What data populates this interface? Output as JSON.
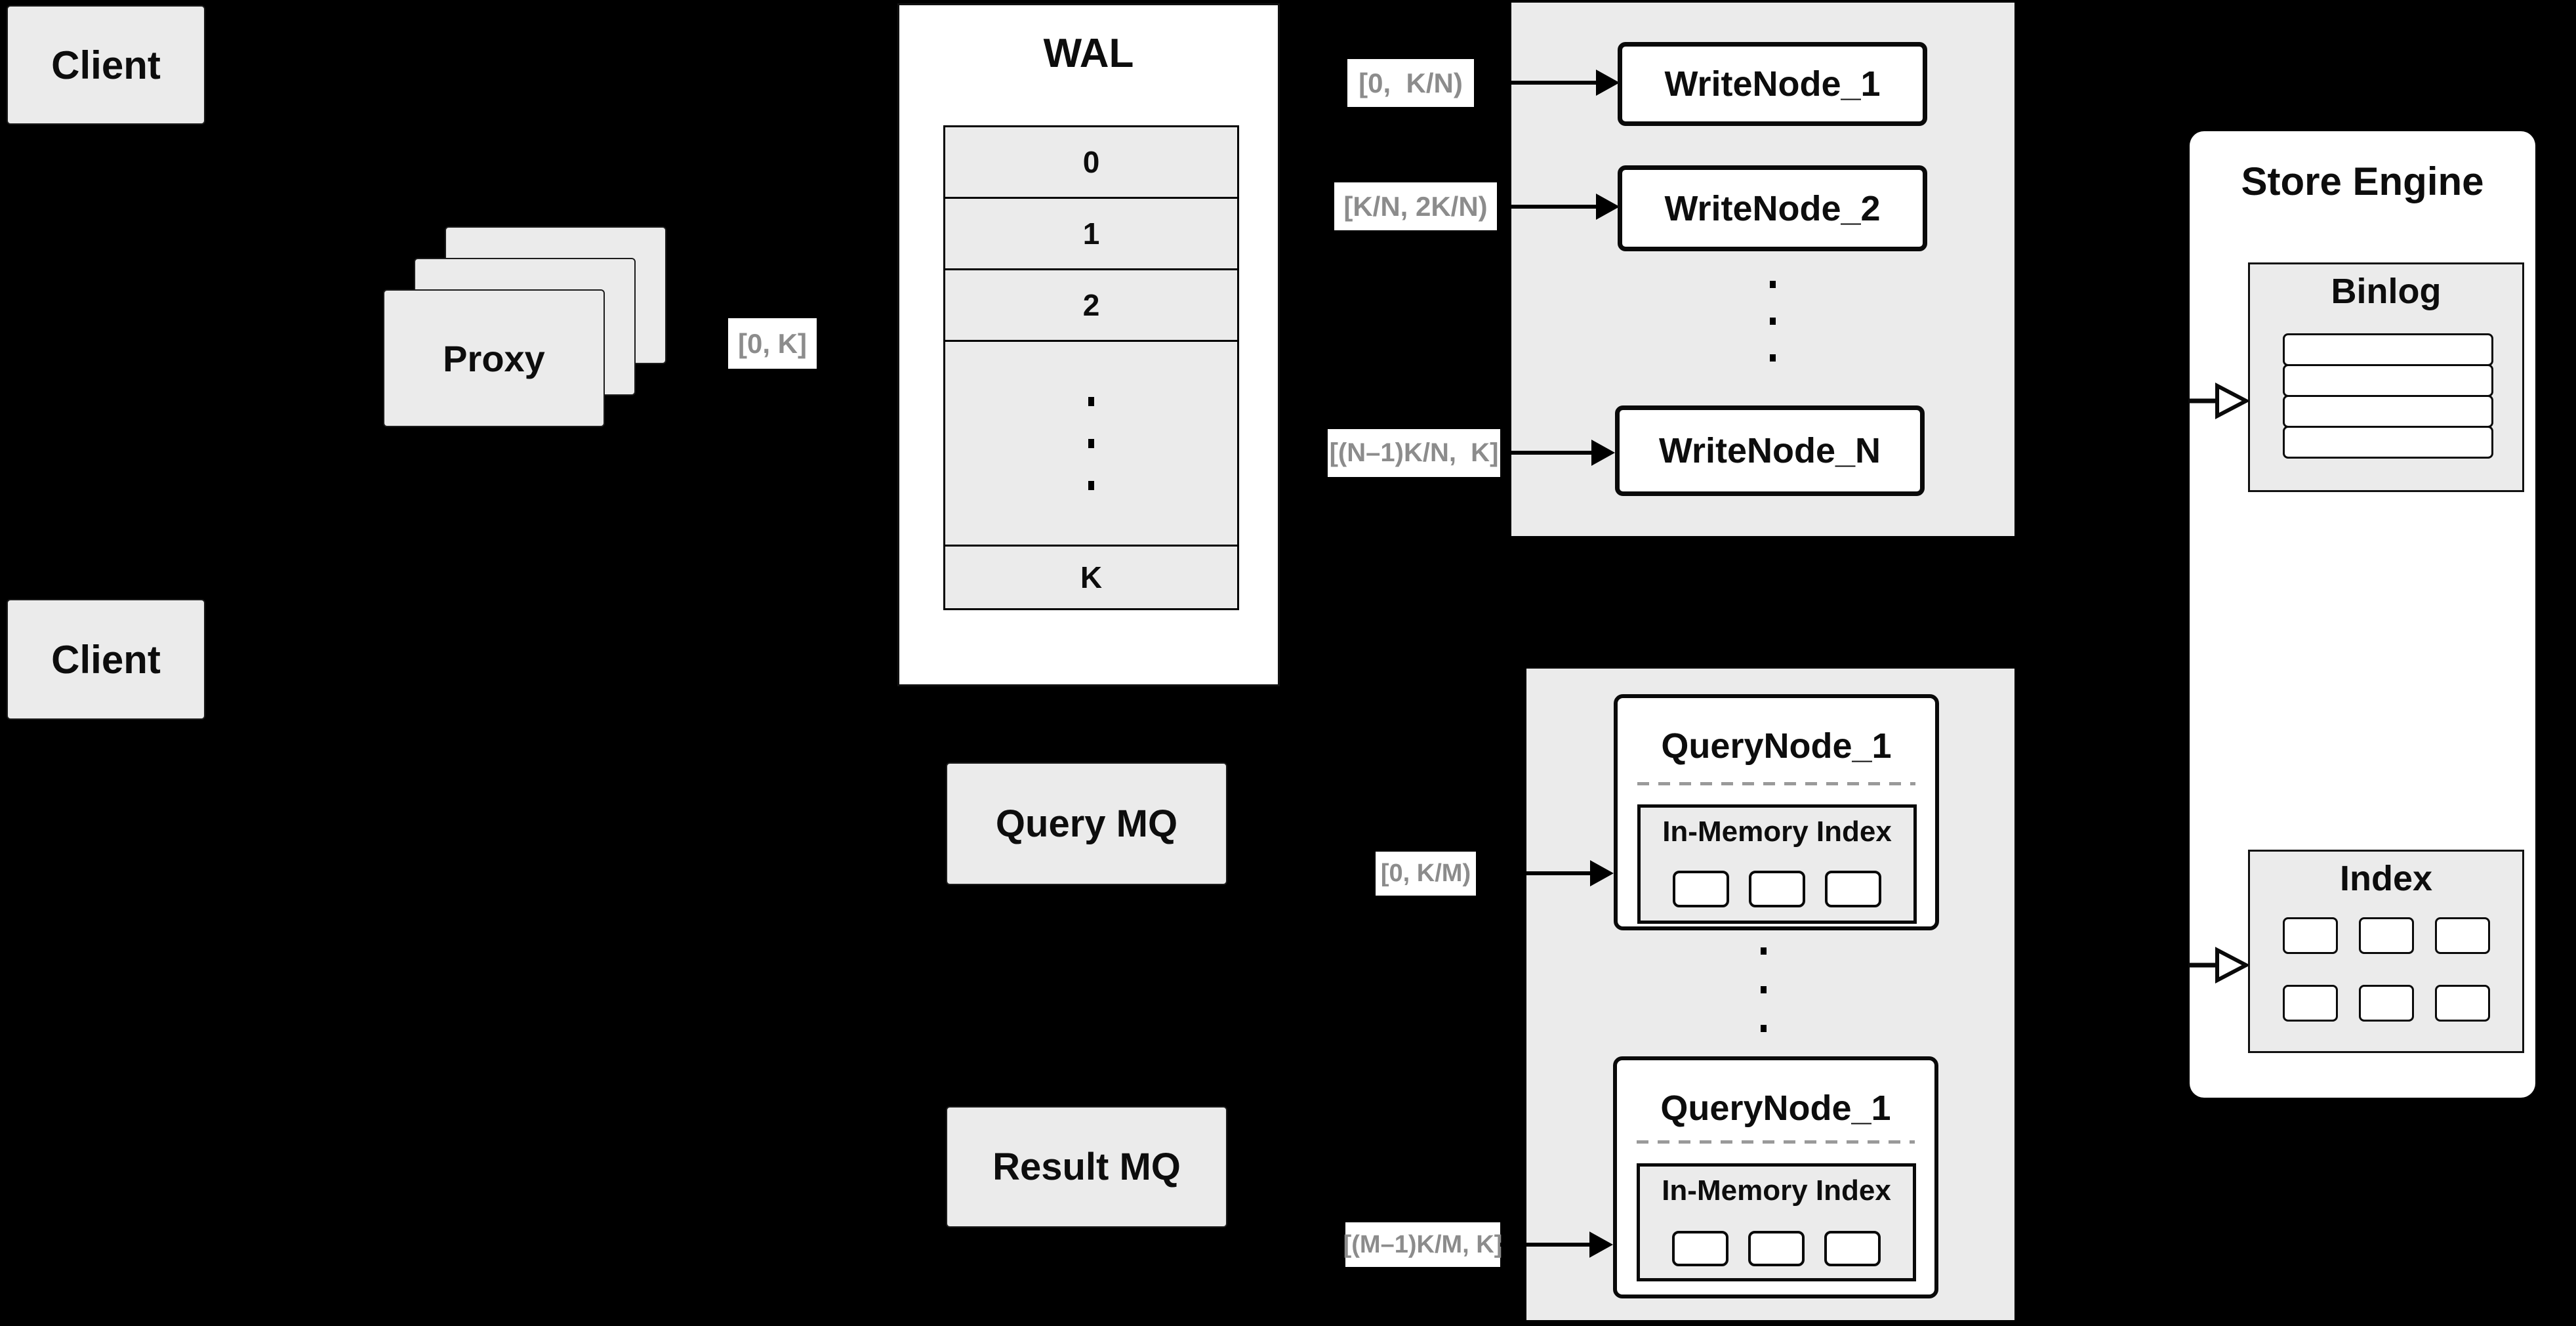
{
  "colors": {
    "background": "#000000",
    "box_gray": "#ebebeb",
    "box_white": "#ffffff",
    "border_dark": "#0a0a0a",
    "label_text_gray": "#8c8c8c",
    "text_black": "#0d0d0d",
    "dashed_separator_gray": "#9a9a9a"
  },
  "clients": {
    "top": "Client",
    "bottom": "Client"
  },
  "proxy": {
    "label": "Proxy"
  },
  "range_labels": {
    "proxy_to_wal": "[0, K]",
    "wal_to_writenode1": "[0,  K/N)",
    "wal_to_writenode2": "[K/N, 2K/N)",
    "wal_to_writenodeN": "[(N–1)K/N,  K]",
    "to_querynode_top": "[0, K/M)",
    "to_querynode_bottom": "[(M–1)K/M, K]"
  },
  "wal": {
    "title": "WAL",
    "rows": [
      "0",
      "1",
      "2"
    ],
    "last_row": "K"
  },
  "write_nodes": {
    "node1": "WriteNode_1",
    "node2": "WriteNode_2",
    "nodeN": "WriteNode_N"
  },
  "mq": {
    "query": "Query MQ",
    "result": "Result MQ"
  },
  "query_nodes": {
    "top": {
      "title": "QueryNode_1",
      "inner_title": "In-Memory Index"
    },
    "bottom": {
      "title": "QueryNode_1",
      "inner_title": "In-Memory Index"
    }
  },
  "store_engine": {
    "title": "Store Engine",
    "binlog": {
      "title": "Binlog"
    },
    "index": {
      "title": "Index"
    }
  }
}
